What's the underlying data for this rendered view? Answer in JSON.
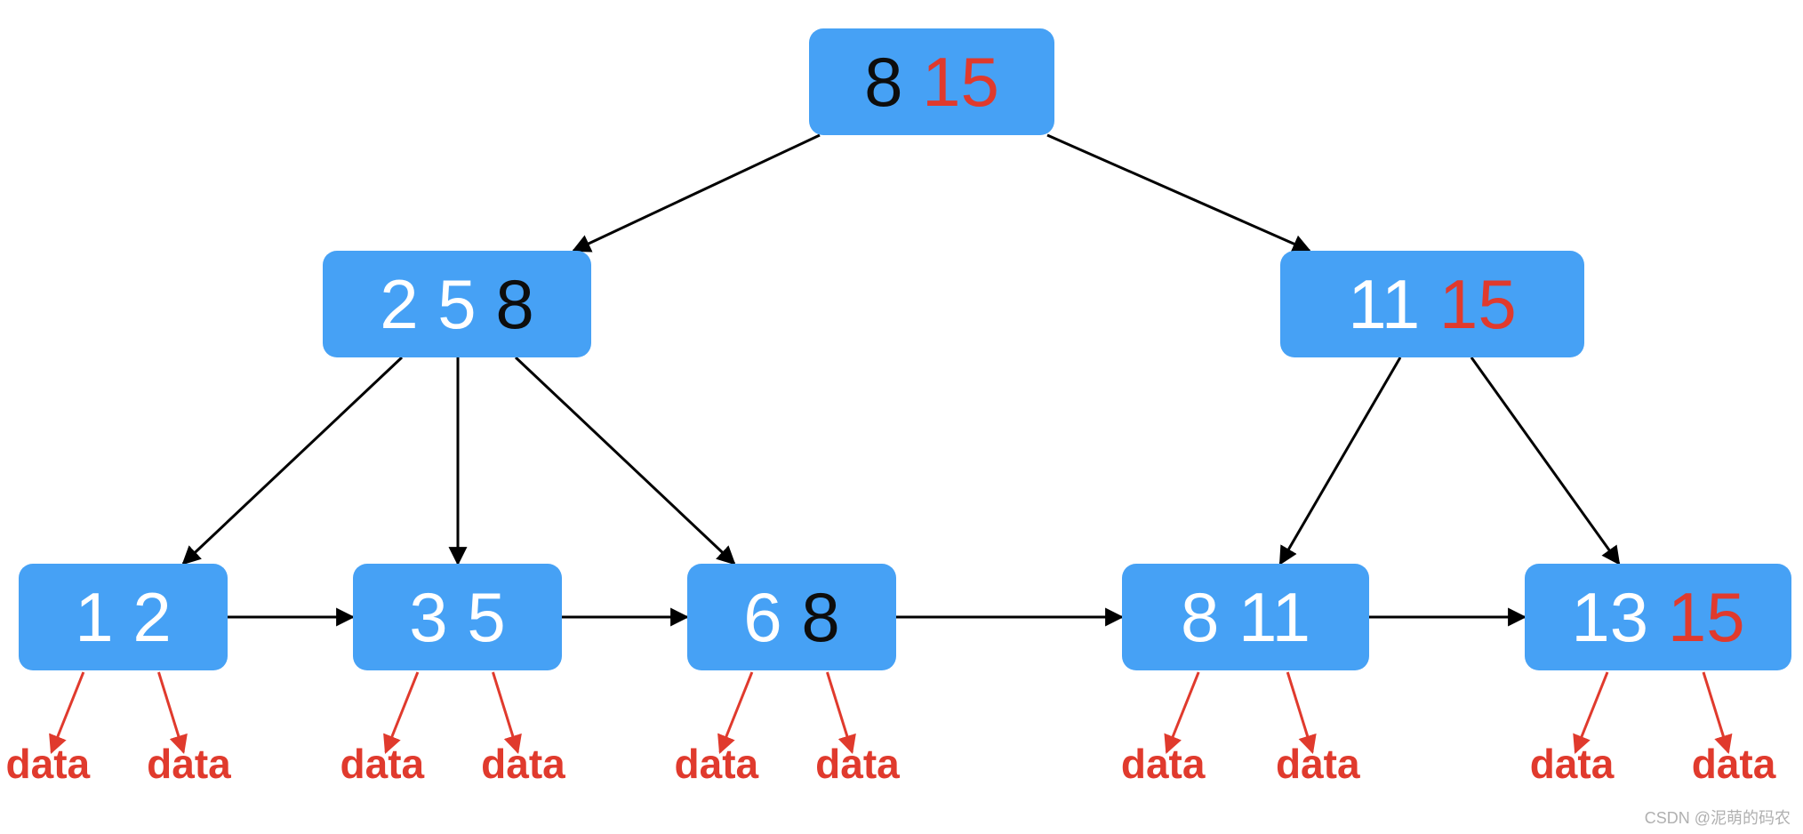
{
  "colors": {
    "node_fill": "#46a1f5",
    "key_default": "#ffffff",
    "key_black": "#0d0d0d",
    "key_red": "#e03a2d",
    "tree_edge": "#000000",
    "data_edge": "#e03a2d"
  },
  "nodes": [
    {
      "id": "root",
      "keys": [
        {
          "text": "8",
          "color": "black"
        },
        {
          "text": "15",
          "color": "red"
        }
      ]
    },
    {
      "id": "internal-left",
      "keys": [
        {
          "text": "2",
          "color": "white"
        },
        {
          "text": "5",
          "color": "white"
        },
        {
          "text": "8",
          "color": "black"
        }
      ]
    },
    {
      "id": "internal-right",
      "keys": [
        {
          "text": "11",
          "color": "white"
        },
        {
          "text": "15",
          "color": "red"
        }
      ]
    },
    {
      "id": "leaf-1",
      "keys": [
        {
          "text": "1",
          "color": "white"
        },
        {
          "text": "2",
          "color": "white"
        }
      ]
    },
    {
      "id": "leaf-2",
      "keys": [
        {
          "text": "3",
          "color": "white"
        },
        {
          "text": "5",
          "color": "white"
        }
      ]
    },
    {
      "id": "leaf-3",
      "keys": [
        {
          "text": "6",
          "color": "white"
        },
        {
          "text": "8",
          "color": "black"
        }
      ]
    },
    {
      "id": "leaf-4",
      "keys": [
        {
          "text": "8",
          "color": "white"
        },
        {
          "text": "11",
          "color": "white"
        }
      ]
    },
    {
      "id": "leaf-5",
      "keys": [
        {
          "text": "13",
          "color": "white"
        },
        {
          "text": "15",
          "color": "red"
        }
      ]
    }
  ],
  "tree_edges": [
    {
      "from": "root",
      "to": "internal-left"
    },
    {
      "from": "root",
      "to": "internal-right"
    },
    {
      "from": "internal-left",
      "to": "leaf-1"
    },
    {
      "from": "internal-left",
      "to": "leaf-2"
    },
    {
      "from": "internal-left",
      "to": "leaf-3"
    },
    {
      "from": "internal-right",
      "to": "leaf-4"
    },
    {
      "from": "internal-right",
      "to": "leaf-5"
    }
  ],
  "leaf_links": [
    {
      "from": "leaf-1",
      "to": "leaf-2"
    },
    {
      "from": "leaf-2",
      "to": "leaf-3"
    },
    {
      "from": "leaf-3",
      "to": "leaf-4"
    },
    {
      "from": "leaf-4",
      "to": "leaf-5"
    }
  ],
  "data_label": "data",
  "watermark": "CSDN @泥萌的码农"
}
